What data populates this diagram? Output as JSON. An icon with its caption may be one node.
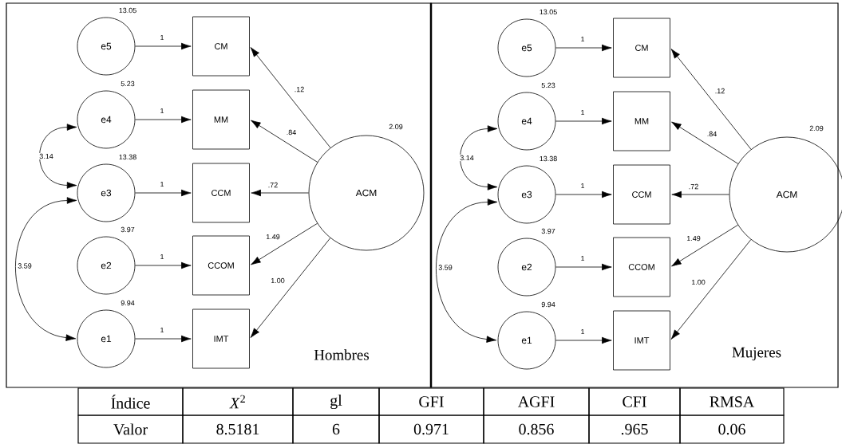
{
  "diagram": {
    "nodes": [
      {
        "text": [
          "Hombres"
        ]
      },
      {
        "text": [
          "e5"
        ],
        "in": 0,
        "beside": [
          "13.05"
        ]
      },
      {
        "text": [
          "e4"
        ],
        "in": 0,
        "beside": [
          "5.23"
        ]
      },
      {
        "text": [
          "e3"
        ],
        "in": 0,
        "beside": [
          "13.38"
        ]
      },
      {
        "text": [
          "e2"
        ],
        "in": 0,
        "beside": [
          "3.97"
        ]
      },
      {
        "text": [
          "e1"
        ],
        "in": 0,
        "beside": [
          "9.94"
        ]
      },
      {
        "text": [
          "CM"
        ],
        "in": 0
      },
      {
        "text": [
          "MM"
        ],
        "in": 0
      },
      {
        "text": [
          "CCM"
        ],
        "in": 0
      },
      {
        "text": [
          "CCOM"
        ],
        "in": 0
      },
      {
        "text": [
          "IMT"
        ],
        "in": 0
      },
      {
        "text": [
          "ACM"
        ],
        "in": 0,
        "beside": [
          "2.09"
        ]
      },
      {
        "text": [
          "Mujeres"
        ]
      },
      {
        "text": [
          "e5"
        ],
        "in": 12,
        "beside": [
          "13.05"
        ]
      },
      {
        "text": [
          "e4"
        ],
        "in": 12,
        "beside": [
          "5.23"
        ]
      },
      {
        "text": [
          "e3"
        ],
        "in": 12,
        "beside": [
          "13.38"
        ]
      },
      {
        "text": [
          "e2"
        ],
        "in": 12,
        "beside": [
          "3.97"
        ]
      },
      {
        "text": [
          "e1"
        ],
        "in": 12,
        "beside": [
          "9.94"
        ]
      },
      {
        "text": [
          "CM"
        ],
        "in": 12
      },
      {
        "text": [
          "MM"
        ],
        "in": 12
      },
      {
        "text": [
          "CCM"
        ],
        "in": 12
      },
      {
        "text": [
          "CCOM"
        ],
        "in": 12
      },
      {
        "text": [
          "IMT"
        ],
        "in": 12
      },
      {
        "text": [
          "ACM"
        ],
        "in": 12,
        "beside": [
          "2.09"
        ]
      }
    ],
    "edges": [
      {
        "from": 1,
        "to": 6,
        "arrow": "to",
        "label": "1"
      },
      {
        "from": 2,
        "to": 7,
        "arrow": "to",
        "label": "1"
      },
      {
        "from": 3,
        "to": 8,
        "arrow": "to",
        "label": "1"
      },
      {
        "from": 4,
        "to": 9,
        "arrow": "to",
        "label": "1"
      },
      {
        "from": 5,
        "to": 10,
        "arrow": "to",
        "label": "1"
      },
      {
        "from": 11,
        "to": 6,
        "arrow": "to",
        "label": ".12"
      },
      {
        "from": 11,
        "to": 7,
        "arrow": "to",
        "label": ".84"
      },
      {
        "from": 11,
        "to": 8,
        "arrow": "to",
        "label": ".72"
      },
      {
        "from": 11,
        "to": 9,
        "arrow": "to",
        "label": "1.49"
      },
      {
        "from": 11,
        "to": 10,
        "arrow": "to",
        "label": "1.00"
      },
      {
        "from": 2,
        "to": 3,
        "arrow": "both",
        "label": "3.14"
      },
      {
        "from": 3,
        "to": 5,
        "arrow": "both",
        "label": "3.59"
      },
      {
        "from": 13,
        "to": 18,
        "arrow": "to",
        "label": "1"
      },
      {
        "from": 14,
        "to": 19,
        "arrow": "to",
        "label": "1"
      },
      {
        "from": 15,
        "to": 20,
        "arrow": "to",
        "label": "1"
      },
      {
        "from": 16,
        "to": 21,
        "arrow": "to",
        "label": "1"
      },
      {
        "from": 17,
        "to": 22,
        "arrow": "to",
        "label": "1"
      },
      {
        "from": 23,
        "to": 18,
        "arrow": "to",
        "label": ".12"
      },
      {
        "from": 23,
        "to": 19,
        "arrow": "to",
        "label": ".84"
      },
      {
        "from": 23,
        "to": 20,
        "arrow": "to",
        "label": ".72"
      },
      {
        "from": 23,
        "to": 21,
        "arrow": "to",
        "label": "1.49"
      },
      {
        "from": 23,
        "to": 22,
        "arrow": "to",
        "label": "1.00"
      },
      {
        "from": 14,
        "to": 15,
        "arrow": "both",
        "label": "3.14"
      },
      {
        "from": 15,
        "to": 17,
        "arrow": "both",
        "label": "3.59"
      }
    ],
    "labels": [
      "Índice",
      "*X*$^{2}$",
      "gl",
      "GFI",
      "AGFI",
      "CFI",
      "RMSA",
      "Valor",
      "8.5181",
      "6",
      "0.971",
      "0.856",
      ".965",
      "0.06"
    ]
  }
}
